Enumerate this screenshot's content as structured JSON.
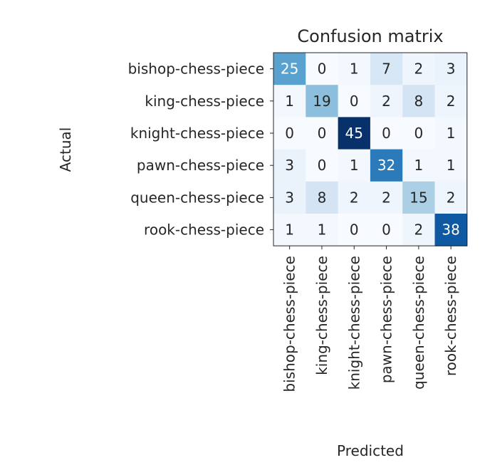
{
  "chart_data": {
    "type": "heatmap",
    "title": "Confusion matrix",
    "xlabel": "Predicted",
    "ylabel": "Actual",
    "colormap": "Blues",
    "x_categories": [
      "bishop-chess-piece",
      "king-chess-piece",
      "knight-chess-piece",
      "pawn-chess-piece",
      "queen-chess-piece",
      "rook-chess-piece"
    ],
    "y_categories": [
      "bishop-chess-piece",
      "king-chess-piece",
      "knight-chess-piece",
      "pawn-chess-piece",
      "queen-chess-piece",
      "rook-chess-piece"
    ],
    "values": [
      [
        25,
        0,
        1,
        7,
        2,
        3
      ],
      [
        1,
        19,
        0,
        2,
        8,
        2
      ],
      [
        0,
        0,
        45,
        0,
        0,
        1
      ],
      [
        3,
        0,
        1,
        32,
        1,
        1
      ],
      [
        3,
        8,
        2,
        2,
        15,
        2
      ],
      [
        1,
        1,
        0,
        0,
        2,
        38
      ]
    ]
  }
}
